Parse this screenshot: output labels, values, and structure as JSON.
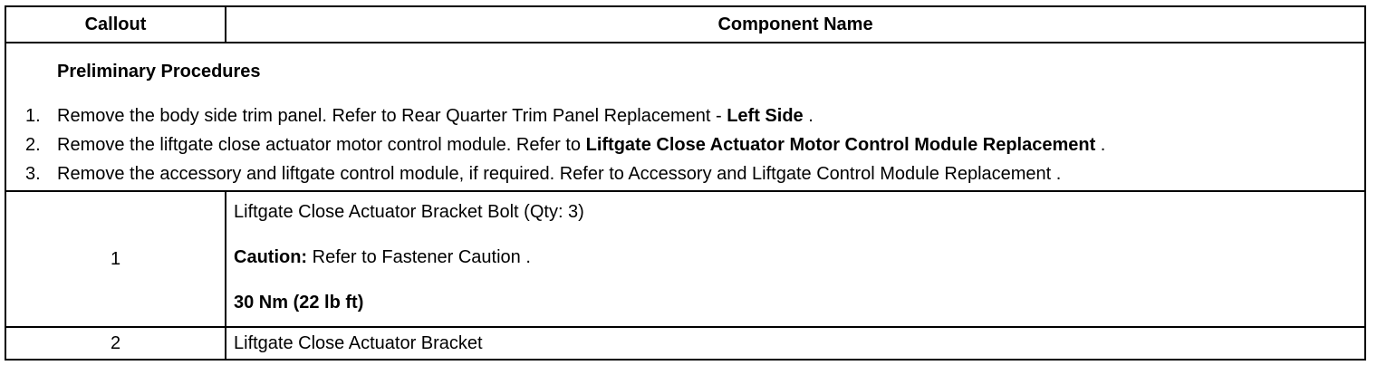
{
  "table": {
    "headers": {
      "callout": "Callout",
      "component": "Component Name"
    },
    "preliminary": {
      "title": "Preliminary Procedures",
      "steps": [
        {
          "num": "1.",
          "text": "Remove the body side trim panel. Refer to Rear Quarter Trim Panel Replacement - ",
          "bold": "Left Side",
          "after": " ."
        },
        {
          "num": "2.",
          "text": "Remove the liftgate close actuator motor control module. Refer to ",
          "bold": "Liftgate Close Actuator Motor Control Module Replacement",
          "after": " ."
        },
        {
          "num": "3.",
          "text": "Remove the accessory and liftgate control module, if required. Refer to Accessory and Liftgate Control Module Replacement .",
          "bold": "",
          "after": ""
        }
      ]
    },
    "rows": [
      {
        "callout": "1",
        "name": "Liftgate Close Actuator Bracket Bolt (Qty: 3)",
        "caution_label": "Caution:",
        "caution_text": " Refer to Fastener Caution .",
        "torque": "30 Nm (22 lb ft)"
      },
      {
        "callout": "2",
        "name": "Liftgate Close Actuator Bracket"
      }
    ]
  }
}
